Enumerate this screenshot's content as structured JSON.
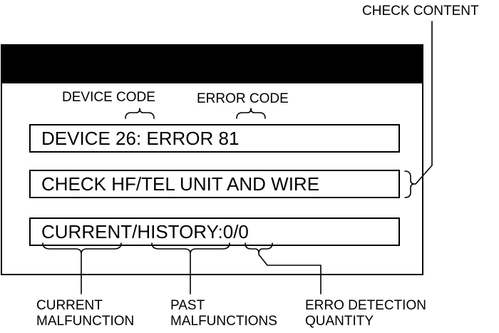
{
  "screen": {
    "line1": "DEVICE 26: ERROR 81",
    "line2": "CHECK HF/TEL UNIT AND WIRE",
    "line3": "CURRENT/HISTORY:0/0"
  },
  "callouts": {
    "check_content": "CHECK CONTENT",
    "device_code": "DEVICE CODE",
    "error_code": "ERROR CODE",
    "current_malfunction": [
      "CURRENT",
      "MALFUNCTION"
    ],
    "past_malfunctions": [
      "PAST",
      "MALFUNCTIONS"
    ],
    "erro_detection_quantity": [
      "ERRO DETECTION",
      "QUANTITY"
    ]
  }
}
